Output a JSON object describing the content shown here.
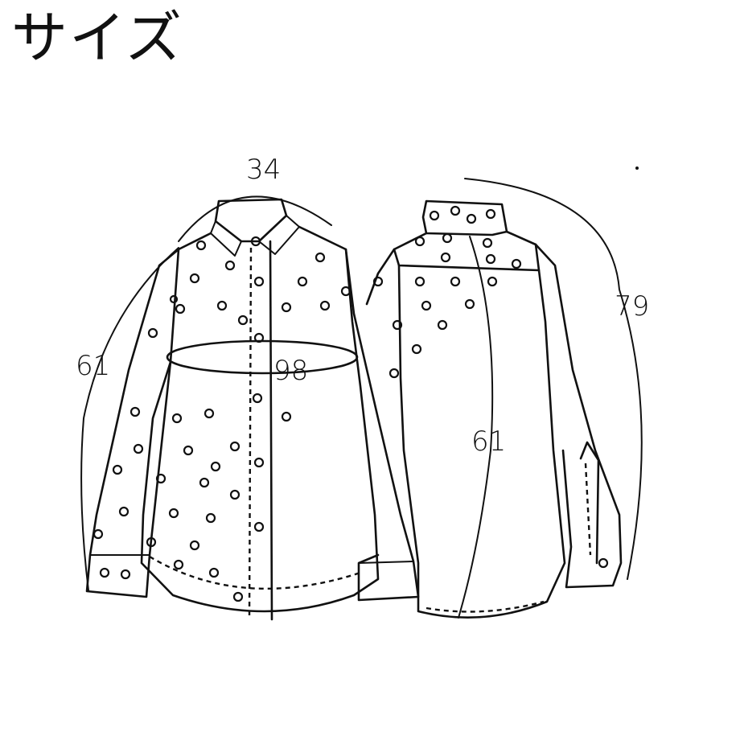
{
  "page": {
    "title": "サイズ"
  },
  "measurements": {
    "shoulder_width": "34",
    "chest_width": "98",
    "sleeve_length_front": "61",
    "total_length": "79",
    "body_length_back": "61"
  },
  "illustration": {
    "front_view": "shirt-front-sketch",
    "back_view": "shirt-back-sketch"
  },
  "colors": {
    "ink": "#111111",
    "background": "#ffffff"
  }
}
